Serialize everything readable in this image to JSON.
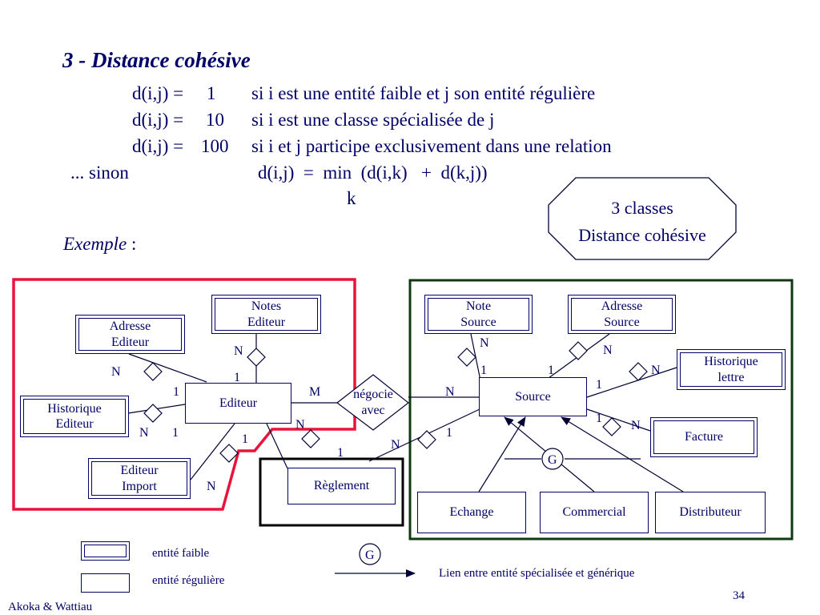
{
  "title": "3 - Distance cohésive",
  "rules": [
    {
      "lhs": "d(i,j) =",
      "value": "1",
      "text": "si i est une entité faible et j son entité régulière"
    },
    {
      "lhs": "d(i,j) =",
      "value": "10",
      "text": "si i est une classe spécialisée de j"
    },
    {
      "lhs": "d(i,j) =",
      "value": "100",
      "text": "si i  et j participe exclusivement dans une relation"
    }
  ],
  "otherwise": {
    "prefix": "...  sinon",
    "formula": "d(i,j)  =  min  (d(i,k)   +  d(k,j))",
    "subscript": "k"
  },
  "example_label": "Exemple",
  "example_colon": " :",
  "callout": {
    "line1": "3 classes",
    "line2": "Distance cohésive"
  },
  "entities": {
    "notes_editeur": "Notes\nEditeur",
    "adresse_editeur": "Adresse\nEditeur",
    "historique_editeur": "Historique\nEditeur",
    "editeur_import": "Editeur\nImport",
    "editeur": "Editeur",
    "reglement": "Règlement",
    "note_source": "Note\nSource",
    "adresse_source": "Adresse\nSource",
    "historique_lettre": "Historique\nlettre",
    "source": "Source",
    "facture": "Facture",
    "echange": "Echange",
    "commercial": "Commercial",
    "distributeur": "Distributeur"
  },
  "relation": {
    "line1": "négocie",
    "line2": "avec"
  },
  "cardinalities": {
    "notes_n": "N",
    "notes_1": "1",
    "adr_n": "N",
    "adr_1": "1",
    "hist_n": "N",
    "hist_1": "1",
    "import_n": "N",
    "import_1": "1",
    "reg_n": "N",
    "reg_1": "1",
    "neg_m": "M",
    "neg_n": "N",
    "srcreg_n": "N",
    "srcreg_1": "1",
    "note_n": "N",
    "note_1": "1",
    "adrsrc_n": "N",
    "adrsrc_1": "1",
    "histl_n": "N",
    "histl_1": "1",
    "fact_n": "N",
    "fact_1": "1"
  },
  "gen_marker": "G",
  "legend": {
    "weak": "entité faible",
    "regular": "entité régulière",
    "gen_marker": "G",
    "gen_link": "Lien entre entité spécialisée et générique"
  },
  "page_number": "34",
  "author": "Akoka & Wattiau",
  "colors": {
    "text": "#000066",
    "red_group": "#e8143c",
    "green_group": "#0f3a0f",
    "black_group": "#000000"
  }
}
